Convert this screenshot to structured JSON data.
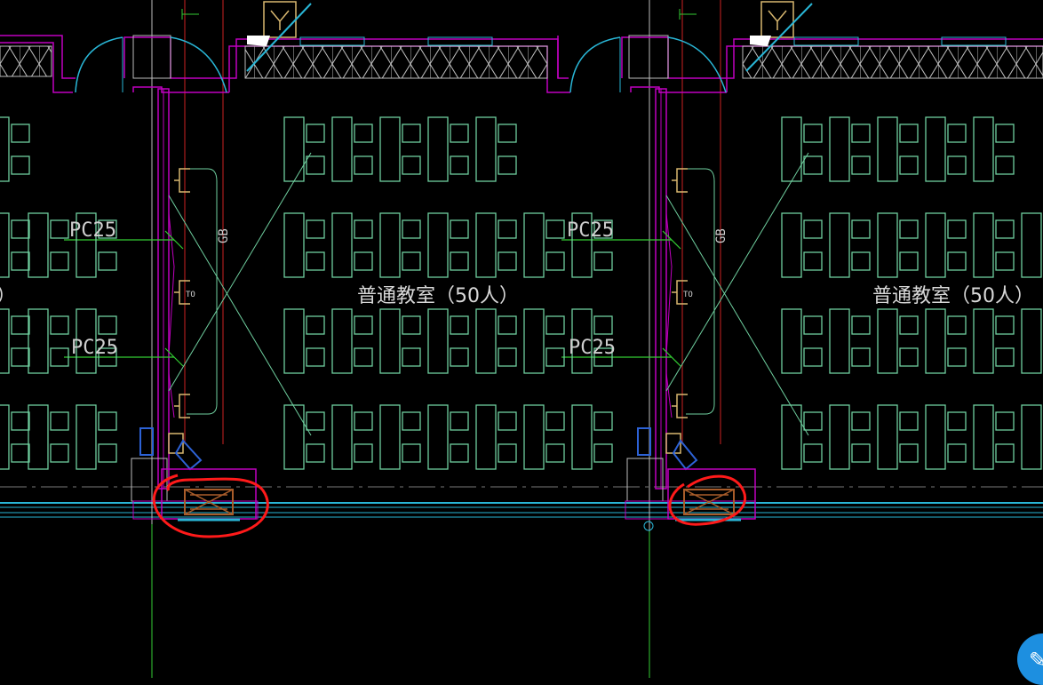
{
  "drawing": {
    "bays": [
      {
        "id": "left",
        "room_label": "普通教室（50人）",
        "room_label_partial": "）",
        "conduit_labels": [
          "PC25",
          "PC25"
        ],
        "vertical_tag": "GB",
        "outlet_tag": "TO"
      },
      {
        "id": "right",
        "room_label": "普通教室（50人）",
        "conduit_labels": [
          "PC25",
          "PC25"
        ],
        "vertical_tag": "GB",
        "outlet_tag": "TO"
      }
    ],
    "annotations": [
      {
        "type": "red-circle",
        "target": "equipment-box-left"
      },
      {
        "type": "red-circle",
        "target": "equipment-box-right"
      }
    ],
    "colors": {
      "wall": "#c000c0",
      "desk": "#6fcf9f",
      "conduit": "#33cc33",
      "door": "#29b6d6",
      "device": "#d9b870",
      "axis": "#cc2222",
      "annotation": "#ff1a1a"
    }
  },
  "fab": {
    "icon": "feedback-icon"
  }
}
